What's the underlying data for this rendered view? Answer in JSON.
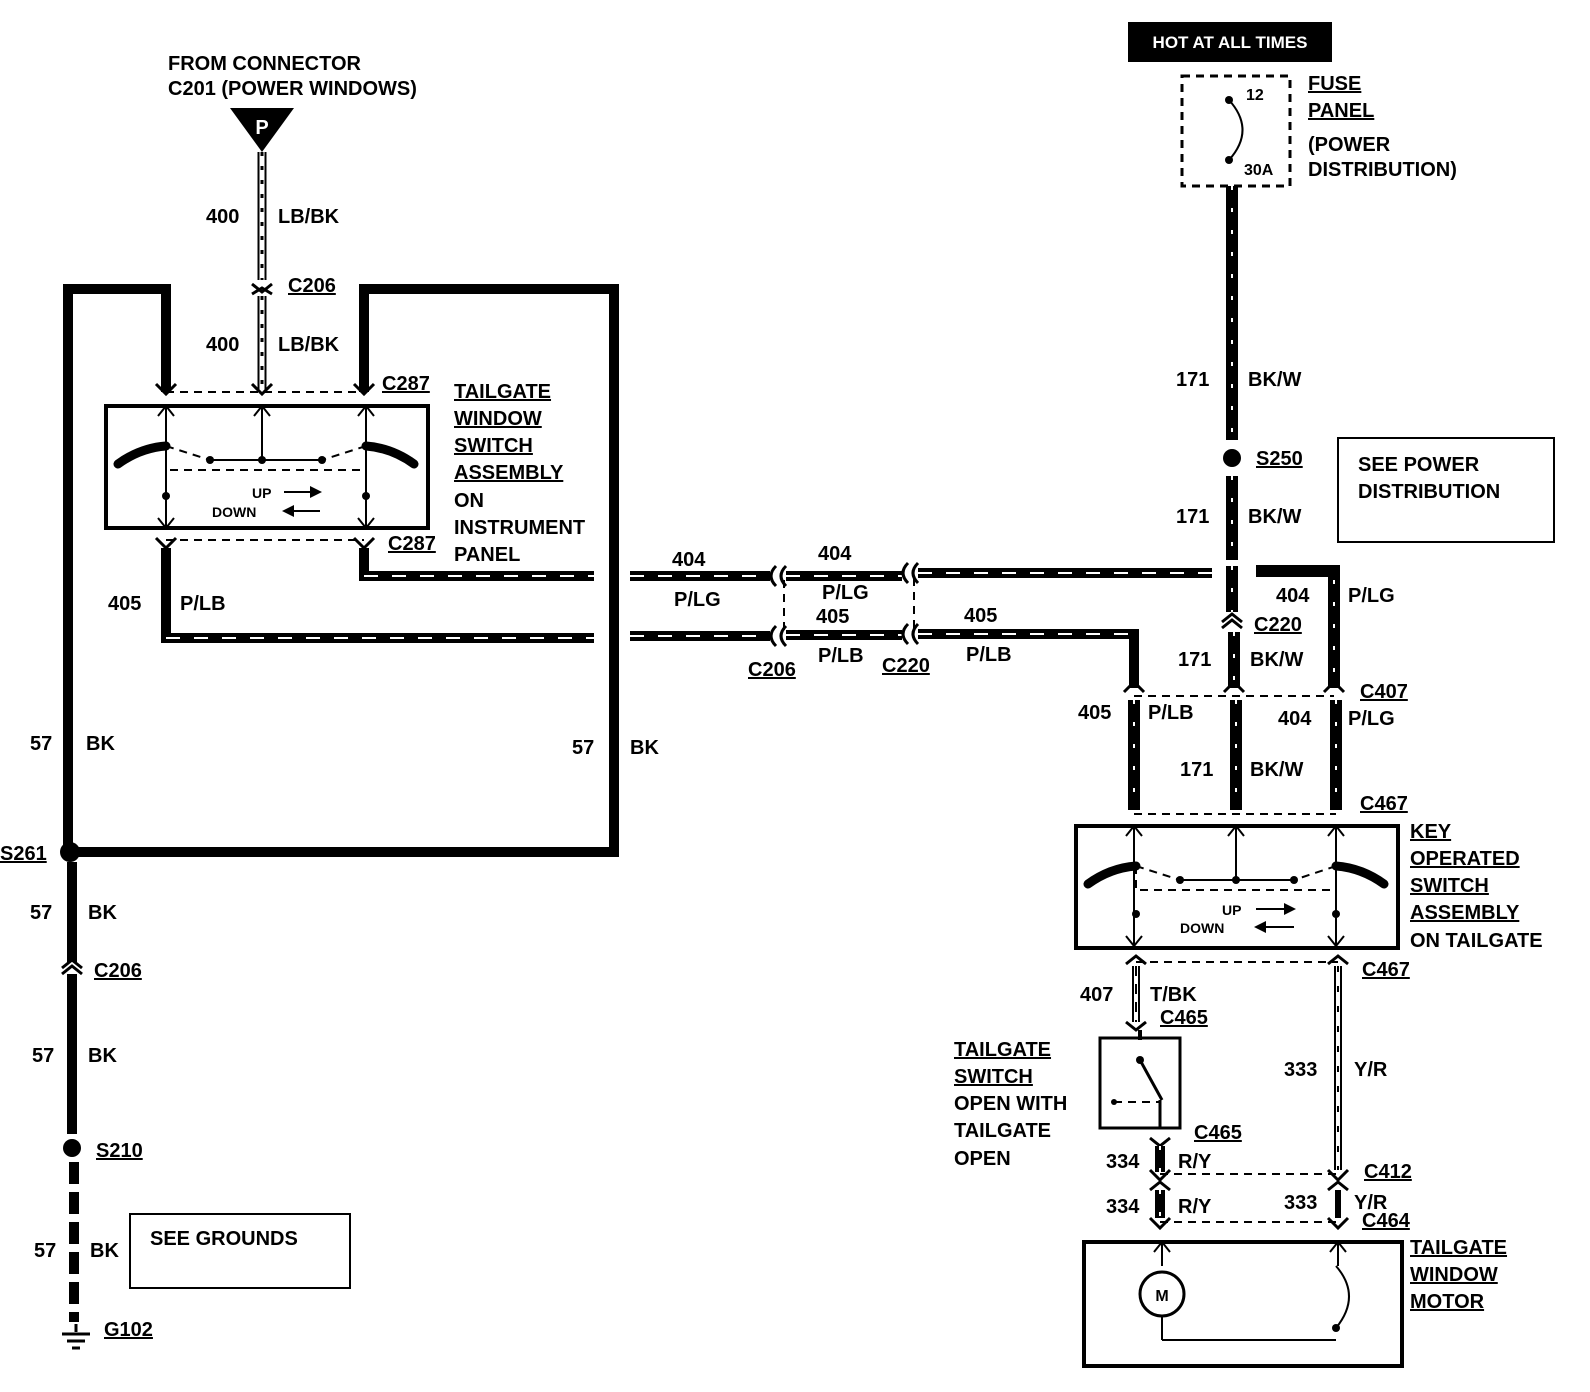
{
  "source": {
    "line1": "FROM CONNECTOR",
    "line2": "C201 (POWER WINDOWS)",
    "pin": "P"
  },
  "hot_banner": "HOT AT ALL TIMES",
  "fuse": {
    "number": "12",
    "rating": "30A",
    "title1": "FUSE",
    "title2": "PANEL",
    "sub1": "(POWER",
    "sub2": "DISTRIBUTION)"
  },
  "circuits": {
    "c400": "400",
    "lbbk": "LB/BK",
    "c171": "171",
    "bkw": "BK/W",
    "c404": "404",
    "plg": "P/LG",
    "c405": "405",
    "plb": "P/LB",
    "c57": "57",
    "bk": "BK",
    "c407": "407",
    "tbk": "T/BK",
    "c333": "333",
    "yr": "Y/R",
    "c334": "334",
    "ry": "R/Y"
  },
  "connectors": {
    "c206": "C206",
    "c287": "C287",
    "c220": "C220",
    "c407": "C407",
    "c467": "C467",
    "c465": "C465",
    "c412": "C412",
    "c464": "C464"
  },
  "splices": {
    "s250": "S250",
    "s261": "S261",
    "s210": "S210"
  },
  "ground": "G102",
  "window_switch": {
    "l1": "TAILGATE",
    "l2": "WINDOW",
    "l3": "SWITCH",
    "l4": "ASSEMBLY",
    "l5": "ON",
    "l6": "INSTRUMENT",
    "l7": "PANEL"
  },
  "key_switch": {
    "l1": "KEY",
    "l2": "OPERATED",
    "l3": "SWITCH",
    "l4": "ASSEMBLY",
    "l5": "ON TAILGATE"
  },
  "tailgate_switch": {
    "l1": "TAILGATE",
    "l2": "SWITCH",
    "l3": "OPEN WITH",
    "l4": "TAILGATE",
    "l5": "OPEN"
  },
  "motor": {
    "l1": "TAILGATE",
    "l2": "WINDOW",
    "l3": "MOTOR",
    "symbol": "M"
  },
  "switch_positions": {
    "up": "UP",
    "down": "DOWN"
  },
  "notes": {
    "power_dist1": "SEE POWER",
    "power_dist2": "DISTRIBUTION",
    "grounds": "SEE GROUNDS"
  }
}
